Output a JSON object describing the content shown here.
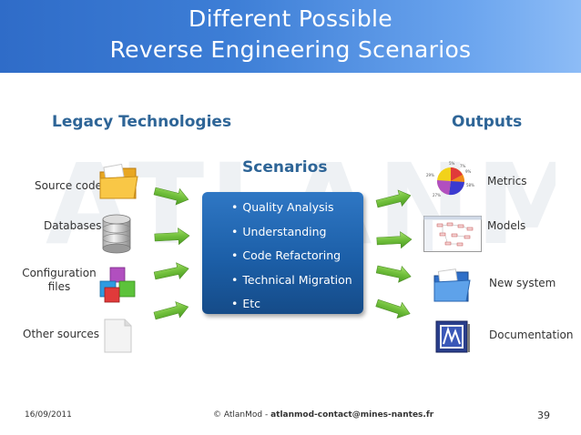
{
  "title": {
    "line1": "Different Possible",
    "line2": "Reverse Engineering Scenarios"
  },
  "watermark": "ATLANMOD",
  "headings": {
    "legacy": "Legacy Technologies",
    "outputs": "Outputs",
    "scenarios": "Scenarios"
  },
  "inputs": [
    {
      "label": "Source code",
      "icon": "folder-icon"
    },
    {
      "label": "Databases",
      "icon": "database-icon"
    },
    {
      "label": "Configuration files",
      "icon": "cubes-icon"
    },
    {
      "label": "Other sources",
      "icon": "document-icon"
    }
  ],
  "scenarios": [
    "Quality Analysis",
    "Understanding",
    "Code Refactoring",
    "Technical Migration",
    "Etc"
  ],
  "outputs": [
    {
      "label": "Metrics",
      "icon": "pie-chart-icon"
    },
    {
      "label": "Models",
      "icon": "model-diagram-icon"
    },
    {
      "label": "New system",
      "icon": "folder-icon"
    },
    {
      "label": "Documentation",
      "icon": "book-icon"
    }
  ],
  "pie_labels": [
    "5%",
    "7%",
    "9%",
    "29%",
    "58%",
    "27%"
  ],
  "footer": {
    "date": "16/09/2011",
    "copyright": "© AtlanMod -",
    "contact": "atlanmod-contact@mines-nantes.fr",
    "page": "39"
  },
  "colors": {
    "title_bar": "#3d7ed6",
    "heading": "#2e6597",
    "scenario_box": "#1c5fa8",
    "arrow": "#7cc444"
  }
}
